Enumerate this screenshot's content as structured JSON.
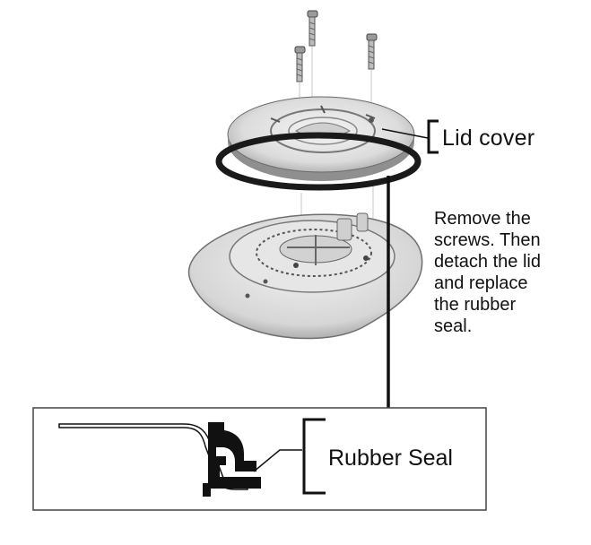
{
  "labels": {
    "lid_cover": "Lid cover",
    "rubber_seal": "Rubber Seal"
  },
  "instructions": {
    "lines": [
      "Remove the",
      "screws. Then",
      "detach the lid",
      "and replace",
      "the rubber",
      "seal."
    ]
  },
  "colors": {
    "ink": "#111111",
    "part_fill": "#ececec",
    "part_shade": "#bdbdbd",
    "seal": "#1a1a1a"
  }
}
